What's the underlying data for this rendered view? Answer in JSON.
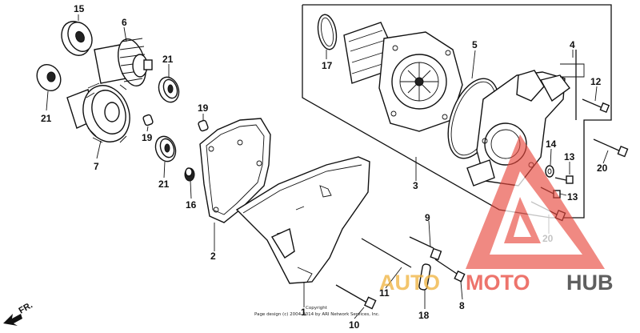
{
  "diagram": {
    "callouts": [
      "15",
      "6",
      "21",
      "21",
      "7",
      "19",
      "19",
      "21",
      "16",
      "2",
      "1",
      "17",
      "5",
      "3",
      "4",
      "12",
      "14",
      "13",
      "13",
      "20",
      "20",
      "9",
      "11",
      "18",
      "8",
      "10"
    ],
    "direction_label": "FR.",
    "copyright_lines": [
      "Copyright",
      "Page design (c) 2004-2014 by ARI Network Services, Inc."
    ]
  },
  "watermark": {
    "brand_auto": "AUTO",
    "brand_moto": "MOTO",
    "brand_hub": "HUB",
    "colors": {
      "accent": "#e8463c",
      "dark": "#111111"
    }
  }
}
